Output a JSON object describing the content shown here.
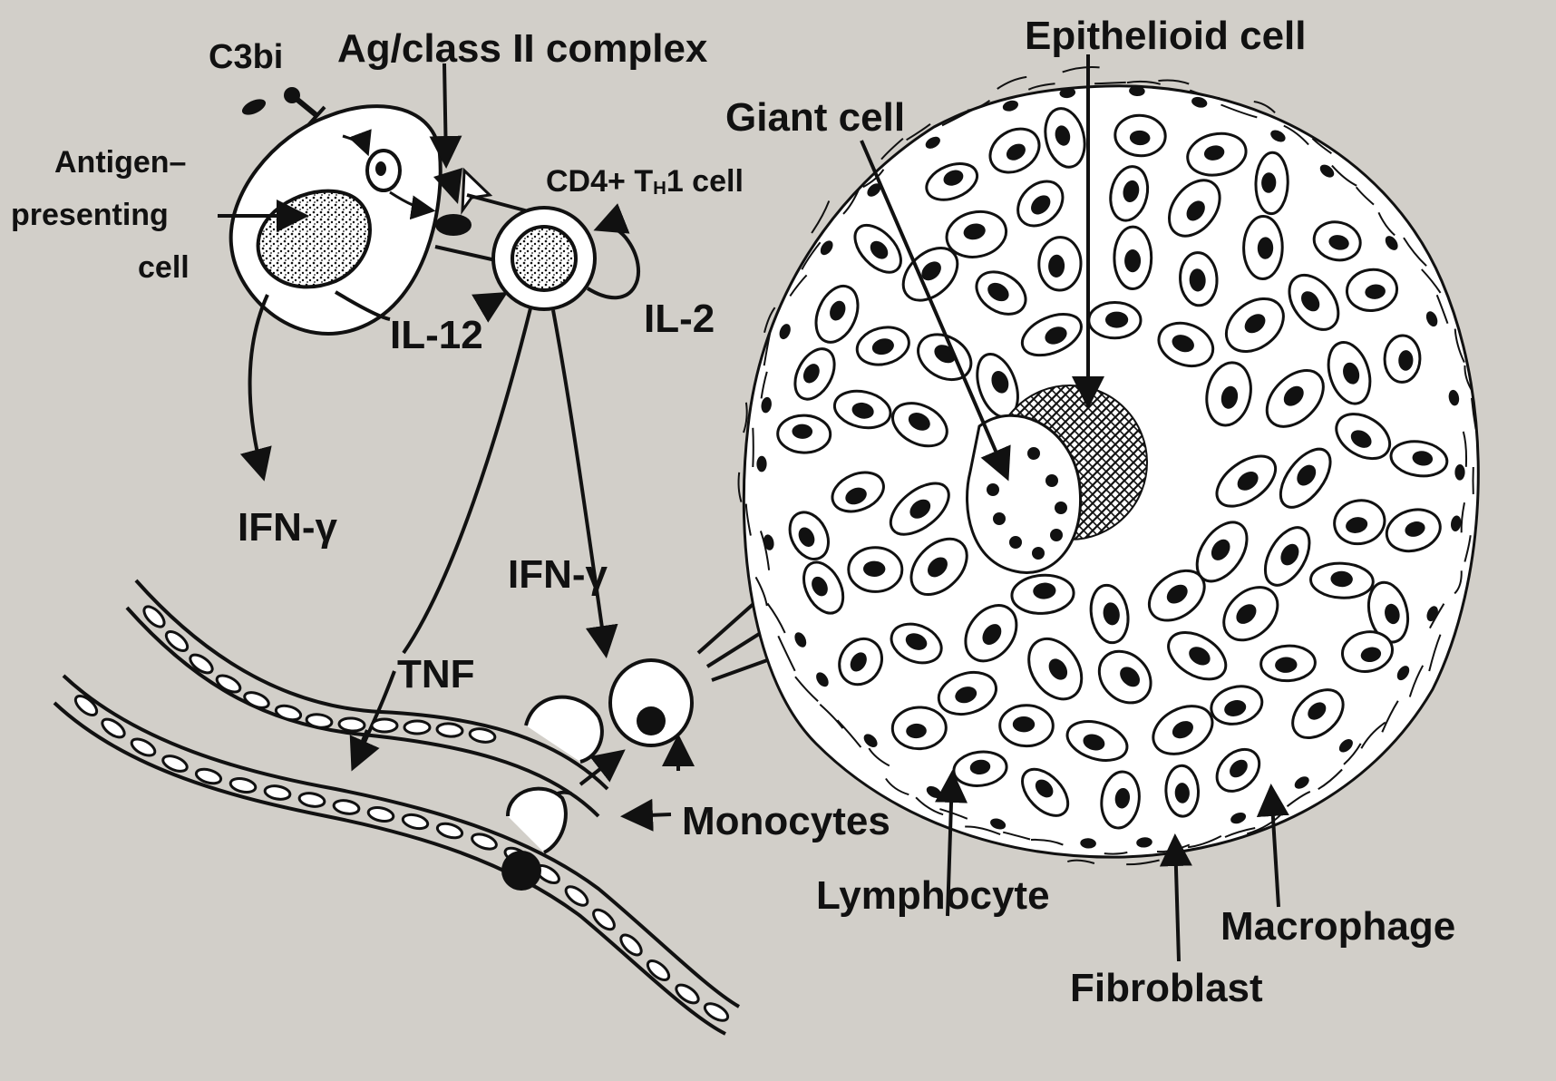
{
  "labels": {
    "c3bi": "C3bi",
    "ag_class_ii": "Ag/class II complex",
    "epithelioid_cell": "Epithelioid cell",
    "giant_cell": "Giant cell",
    "cd4_th1_prefix": "CD4+ T",
    "cd4_th1_sub": "H",
    "cd4_th1_suffix": "1 cell",
    "apc_line1": "Antigen–",
    "apc_line2": "presenting",
    "apc_line3": "cell",
    "il12": "IL-12",
    "il2": "IL-2",
    "ifn_gamma_left": "IFN-γ",
    "ifn_gamma_mid": "IFN-γ",
    "tnf": "TNF",
    "monocytes": "Monocytes",
    "lymphocyte": "Lymphocyte",
    "macrophage": "Macrophage",
    "fibroblast": "Fibroblast"
  },
  "background_page_text": "",
  "colors": {
    "background": "#d2cfc9",
    "ink": "#111111",
    "cell_fill": "#ffffff"
  }
}
